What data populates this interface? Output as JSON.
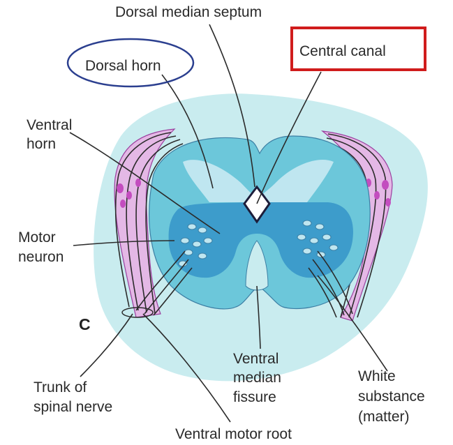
{
  "diagram": {
    "labels": {
      "dorsal_median_septum": "Dorsal  median septum",
      "central_canal": "Central canal",
      "dorsal_horn": "Dorsal horn",
      "ventral_horn_line1": "Ventral",
      "ventral_horn_line2": "horn",
      "motor_neuron_line1": "Motor",
      "motor_neuron_line2": "neuron",
      "panel_letter": "C",
      "trunk_line1": "Trunk of",
      "trunk_line2": "spinal nerve",
      "ventral_median_fissure_line1": "Ventral",
      "ventral_median_fissure_line2": "median",
      "ventral_median_fissure_line3": "fissure",
      "white_substance_line1": "White",
      "white_substance_line2": "substance",
      "white_substance_line3": "(matter)",
      "ventral_motor_root": "Ventral motor root"
    },
    "colors": {
      "outer_tissue": "#c9ecef",
      "white_matter": "#6cc7da",
      "gray_dorsal": "#bfe6f0",
      "gray_ventral": "#3d9ccb",
      "nerve_fiber": "#d49ad6",
      "nerve_fiber_dark": "#9a3f9e",
      "ring_annotation": "#2b3f8f",
      "box_annotation": "#d01c1c"
    }
  }
}
